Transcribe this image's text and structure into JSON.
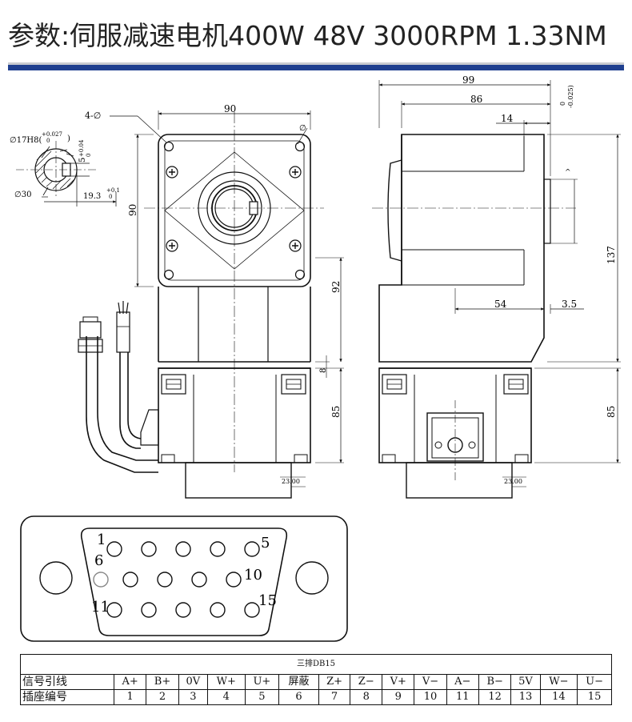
{
  "title": "参数:伺服减速电机400W 48V 3000RPM 1.33NM",
  "dims": {
    "front_width": "90",
    "front_height": "90",
    "hole": "4-∅",
    "diag": "∅",
    "body_len": "92",
    "step": "8",
    "base_len": "85",
    "base_flange": "23.00",
    "side_total": "99",
    "side_body": "86",
    "side_tol_hi": "0",
    "side_tol_lo": "-0.025)",
    "side_shaft": "14",
    "side_height": "137",
    "side_offset": "54",
    "side_small": "3.5",
    "side_base": "85",
    "side_flange": "23.00",
    "caret": "^"
  },
  "shaft": {
    "bore": "∅17H8(",
    "bore_tol_hi": "+0.027",
    "bore_tol_lo": "0",
    "key": "5",
    "key_tol_hi": "+0.04",
    "key_tol_lo": "0",
    "outer": "∅30",
    "depth": "19.3",
    "depth_tol_hi": "+0.1",
    "depth_tol_lo": "0"
  },
  "connector_labels": {
    "pin1": "1",
    "pin5": "5",
    "pin6": "6",
    "pin10": "10",
    "pin11": "11",
    "pin15": "15"
  },
  "pin_table": {
    "caption": "三排DB15",
    "row1_header": "信号引线",
    "row2_header": "插座编号",
    "signals": [
      "A+",
      "B+",
      "0V",
      "W+",
      "U+",
      "屏蔽",
      "Z+",
      "Z−",
      "V+",
      "V−",
      "A−",
      "B−",
      "5V",
      "W−",
      "U−"
    ],
    "numbers": [
      "1",
      "2",
      "3",
      "4",
      "5",
      "6",
      "7",
      "8",
      "9",
      "10",
      "11",
      "12",
      "13",
      "14",
      "15"
    ]
  }
}
